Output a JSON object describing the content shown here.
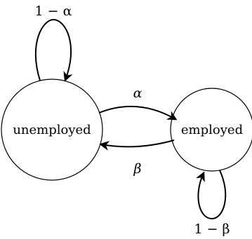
{
  "states": {
    "unemployed": "unemployed",
    "employed": "employed"
  },
  "transitions": {
    "unemployed_self": "1 − α",
    "unemployed_to_employed": "α",
    "employed_to_unemployed": "β",
    "employed_self": "1 − β"
  },
  "colors": {
    "stroke": "#000000",
    "background": "#ffffff"
  }
}
